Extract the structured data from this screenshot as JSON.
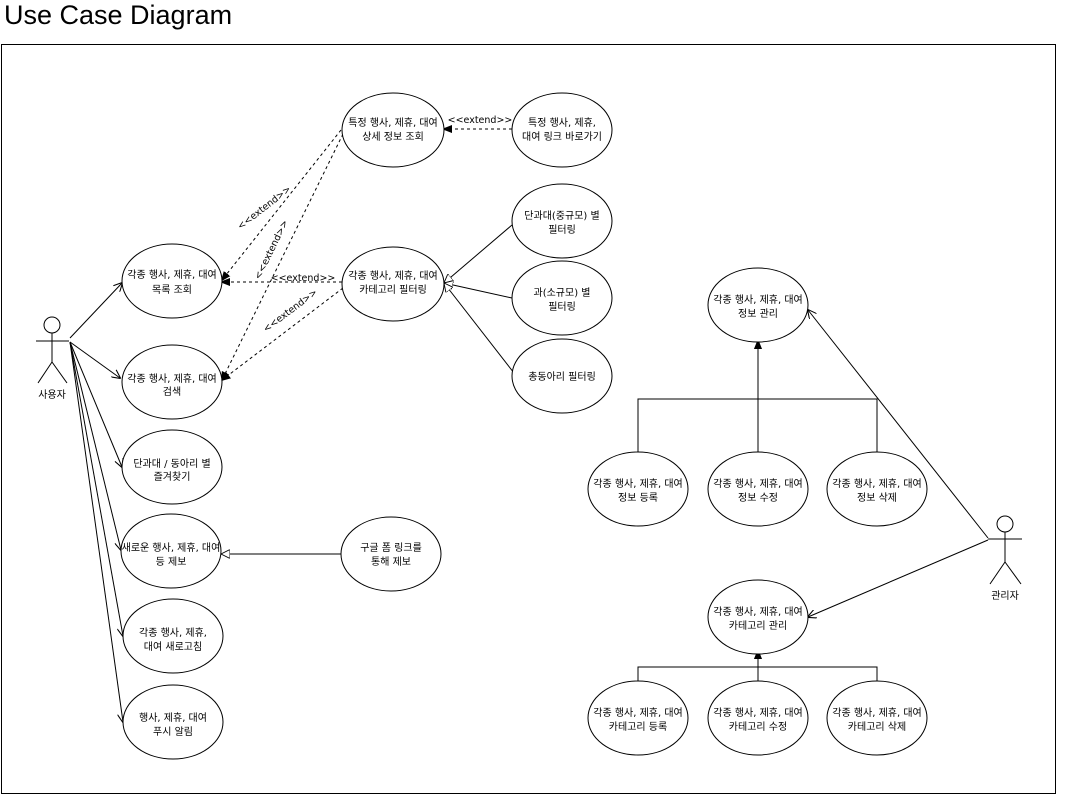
{
  "title": "Use Case Diagram",
  "actors": {
    "user": "사용자",
    "admin": "관리자"
  },
  "use_cases": {
    "list_view": [
      "각종 행사, 제휴, 대여",
      "목록 조회"
    ],
    "search": [
      "각종 행사, 제휴, 대여",
      "검색"
    ],
    "favorite": [
      "단과대 / 동아리 별",
      "즐겨찾기"
    ],
    "report": [
      "새로운 행사, 제휴, 대여",
      "등 제보"
    ],
    "refresh": [
      "각종 행사, 제휴,",
      "대여 새로고침"
    ],
    "push": [
      "행사, 제휴, 대여",
      "푸시 알림"
    ],
    "detail": [
      "특정 행사, 제휴, 대여",
      "상세 정보 조회"
    ],
    "link": [
      "특정 행사, 제휴,",
      "대여 링크 바로가기"
    ],
    "category_filter": [
      "각종 행사, 제휴, 대여",
      "카테고리 필터링"
    ],
    "college_filter": [
      "단과대(중규모) 별",
      "필터링"
    ],
    "dept_filter": [
      "과(소규모) 별",
      "필터링"
    ],
    "club_filter": [
      "총동아리 필터링"
    ],
    "google_form": [
      "구글 폼 링크를",
      "통해 제보"
    ],
    "info_manage": [
      "각종 행사, 제휴, 대여",
      "정보 관리"
    ],
    "info_register": [
      "각종 행사, 제휴, 대여",
      "정보 등록"
    ],
    "info_edit": [
      "각종 행사, 제휴, 대여",
      "정보 수정"
    ],
    "info_delete": [
      "각종 행사, 제휴, 대여",
      "정보 삭제"
    ],
    "cat_manage": [
      "각종 행사, 제휴, 대여",
      "카테고리 관리"
    ],
    "cat_register": [
      "각종 행사, 제휴, 대여",
      "카테고리 등록"
    ],
    "cat_edit": [
      "각종 행사, 제휴, 대여",
      "카테고리 수정"
    ],
    "cat_delete": [
      "각종 행사, 제휴, 대여",
      "카테고리 삭제"
    ]
  },
  "stereotypes": {
    "extend": "<<extend>>"
  },
  "colors": {
    "stroke": "#000000",
    "fill": "#ffffff",
    "frame": "#000000"
  }
}
